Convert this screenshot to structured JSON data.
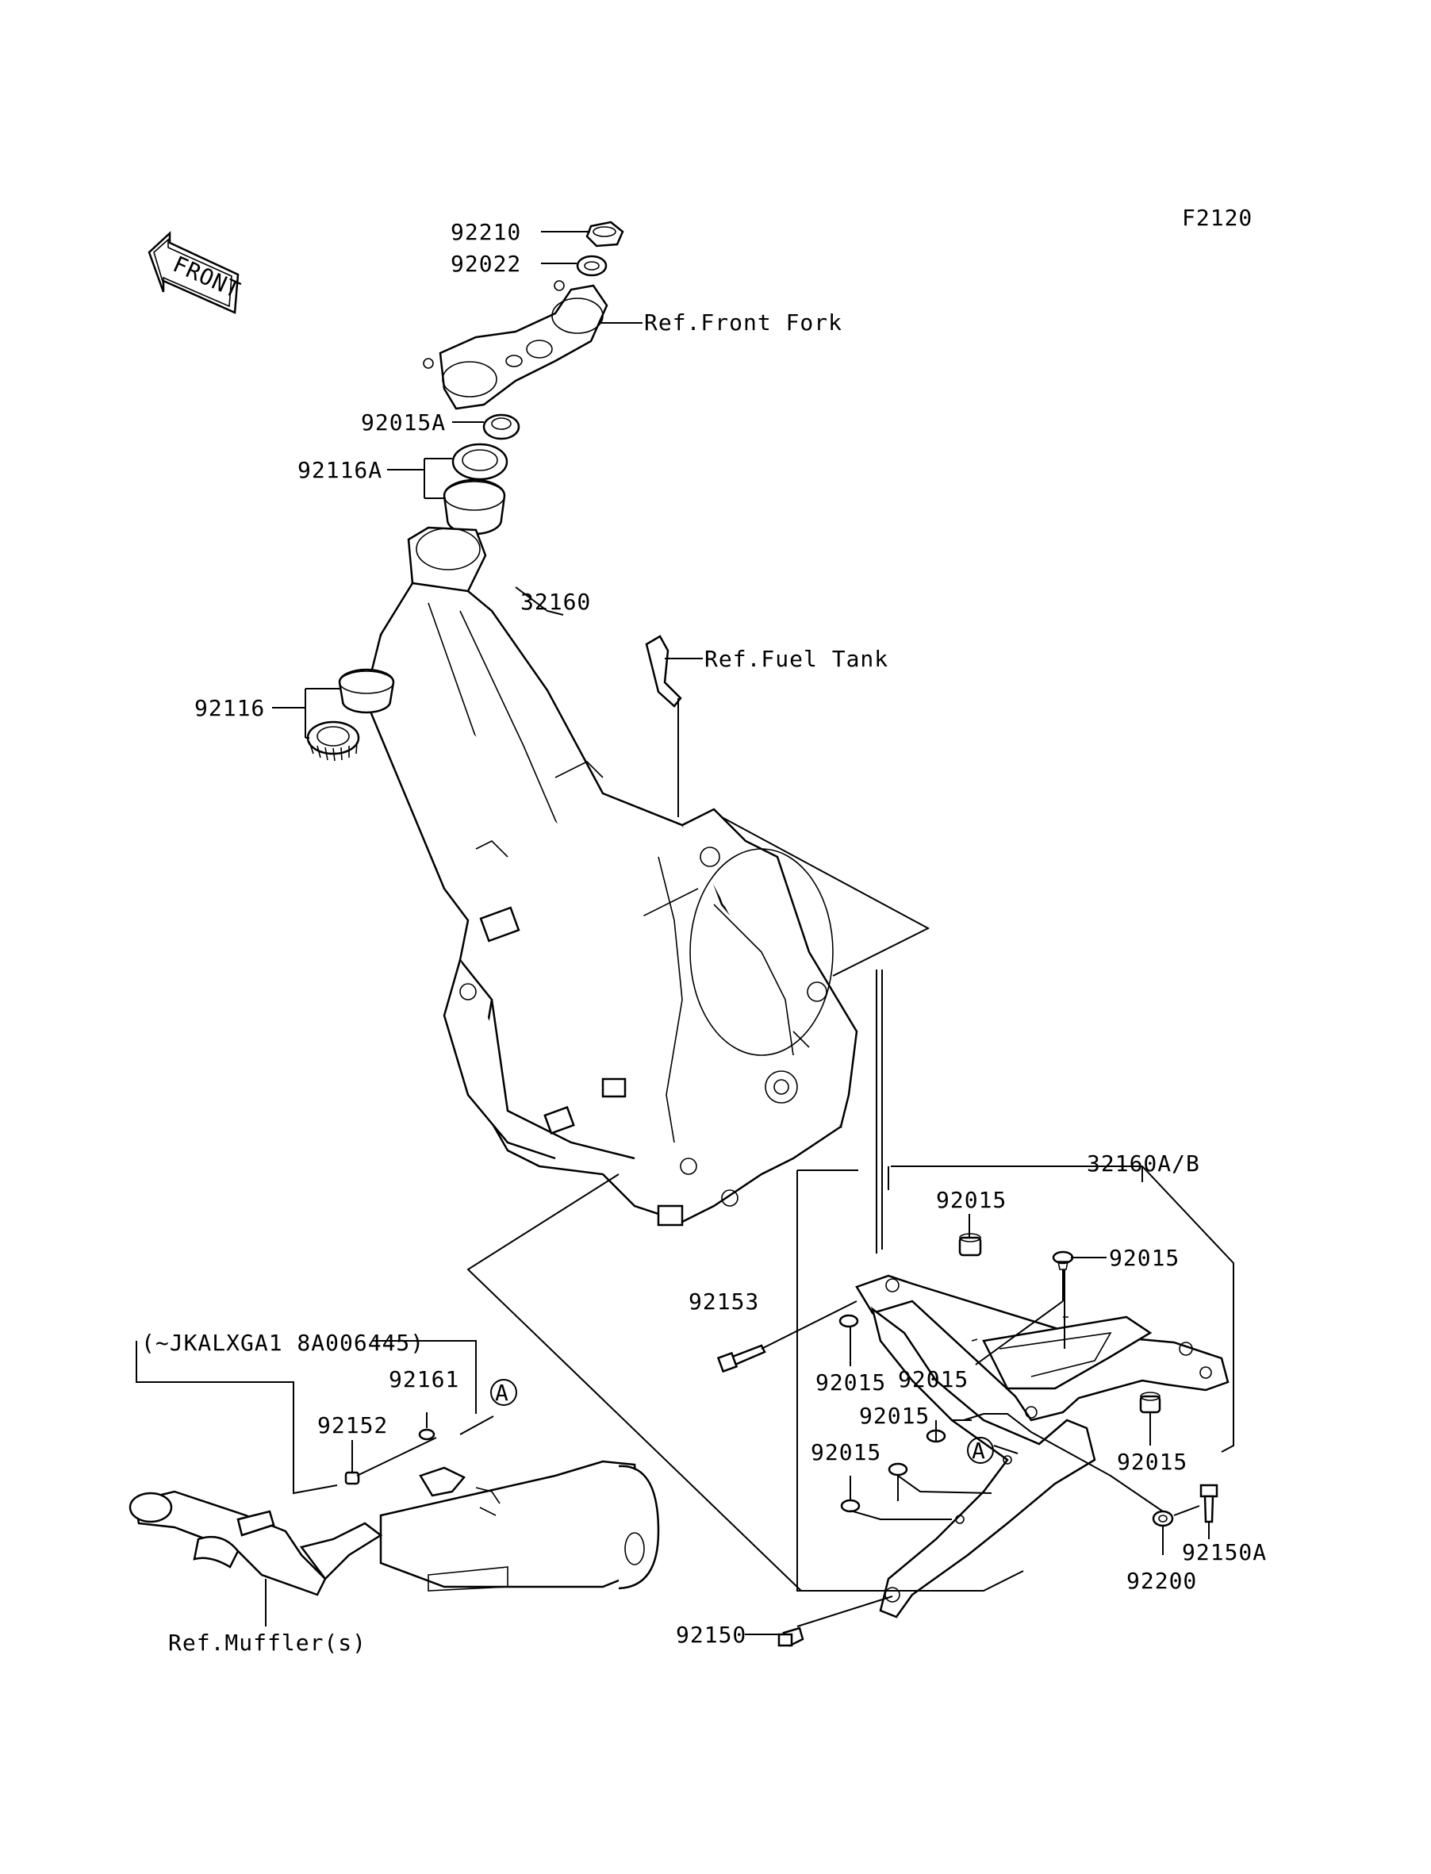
{
  "diagram_code": "F2120",
  "front_arrow": {
    "label": "FRONT"
  },
  "part_numbers": {
    "p92210": "92210",
    "p92022": "92022",
    "p92015A": "92015A",
    "p92116A": "92116A",
    "p32160": "32160",
    "p92116": "92116",
    "p32160AB": "32160A/B",
    "p92015_1": "92015",
    "p92015_2": "92015",
    "p92153": "92153",
    "p92015_3": "92015",
    "p92015_4": "92015",
    "p92015_5": "92015",
    "p92015_6": "92015",
    "p92015_7": "92015",
    "p92150A": "92150A",
    "p92200": "92200",
    "p92150": "92150",
    "p92161": "92161",
    "p92152": "92152"
  },
  "references": {
    "front_fork": "Ref.Front Fork",
    "fuel_tank": "Ref.Fuel Tank",
    "muffler": "Ref.Muffler(s)"
  },
  "serial_note": "(~JKALXGA1 8A006445)",
  "callout_letter": "A"
}
